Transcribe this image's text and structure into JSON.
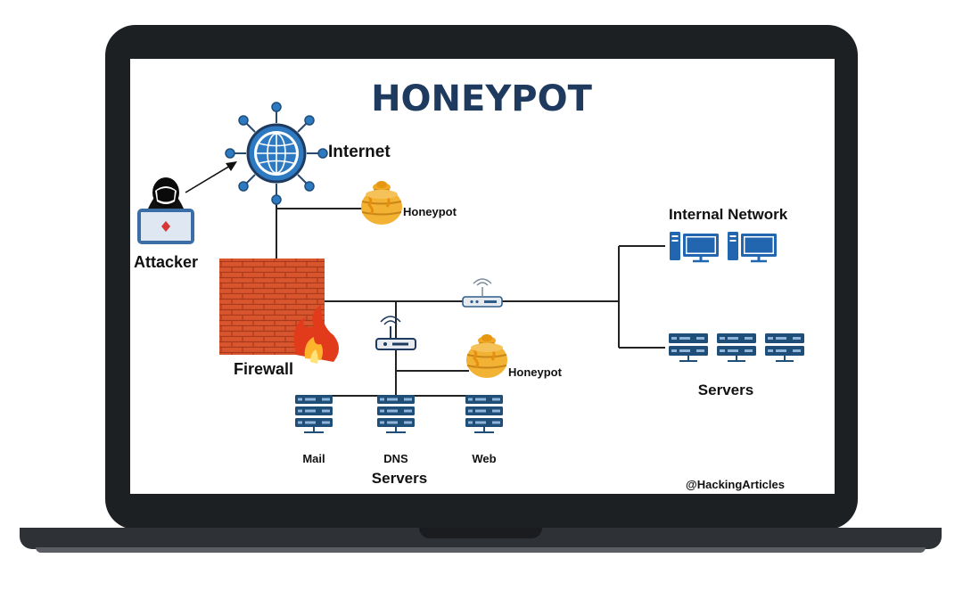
{
  "title": "HONEYPOT",
  "labels": {
    "internet": "Internet",
    "attacker": "Attacker",
    "firewall": "Firewall",
    "honeypot_top": "Honeypot",
    "honeypot_mid": "Honeypot",
    "internal_network": "Internal Network",
    "internal_servers": "Servers",
    "mail": "Mail",
    "dns": "DNS",
    "web": "Web",
    "dmz_servers": "Servers",
    "watermark": "@HackingArticles"
  },
  "colors": {
    "title": "#1f3a5f",
    "brick": "#d9552e",
    "server": "#1f4e79",
    "monitor": "#2366b0",
    "honey": "#f0a824",
    "globe": "#2d7ac2"
  },
  "icons": [
    "globe-icon",
    "hacker-icon",
    "firewall-icon",
    "honeypot-icon",
    "router-icon",
    "server-rack-icon",
    "monitor-icon"
  ]
}
